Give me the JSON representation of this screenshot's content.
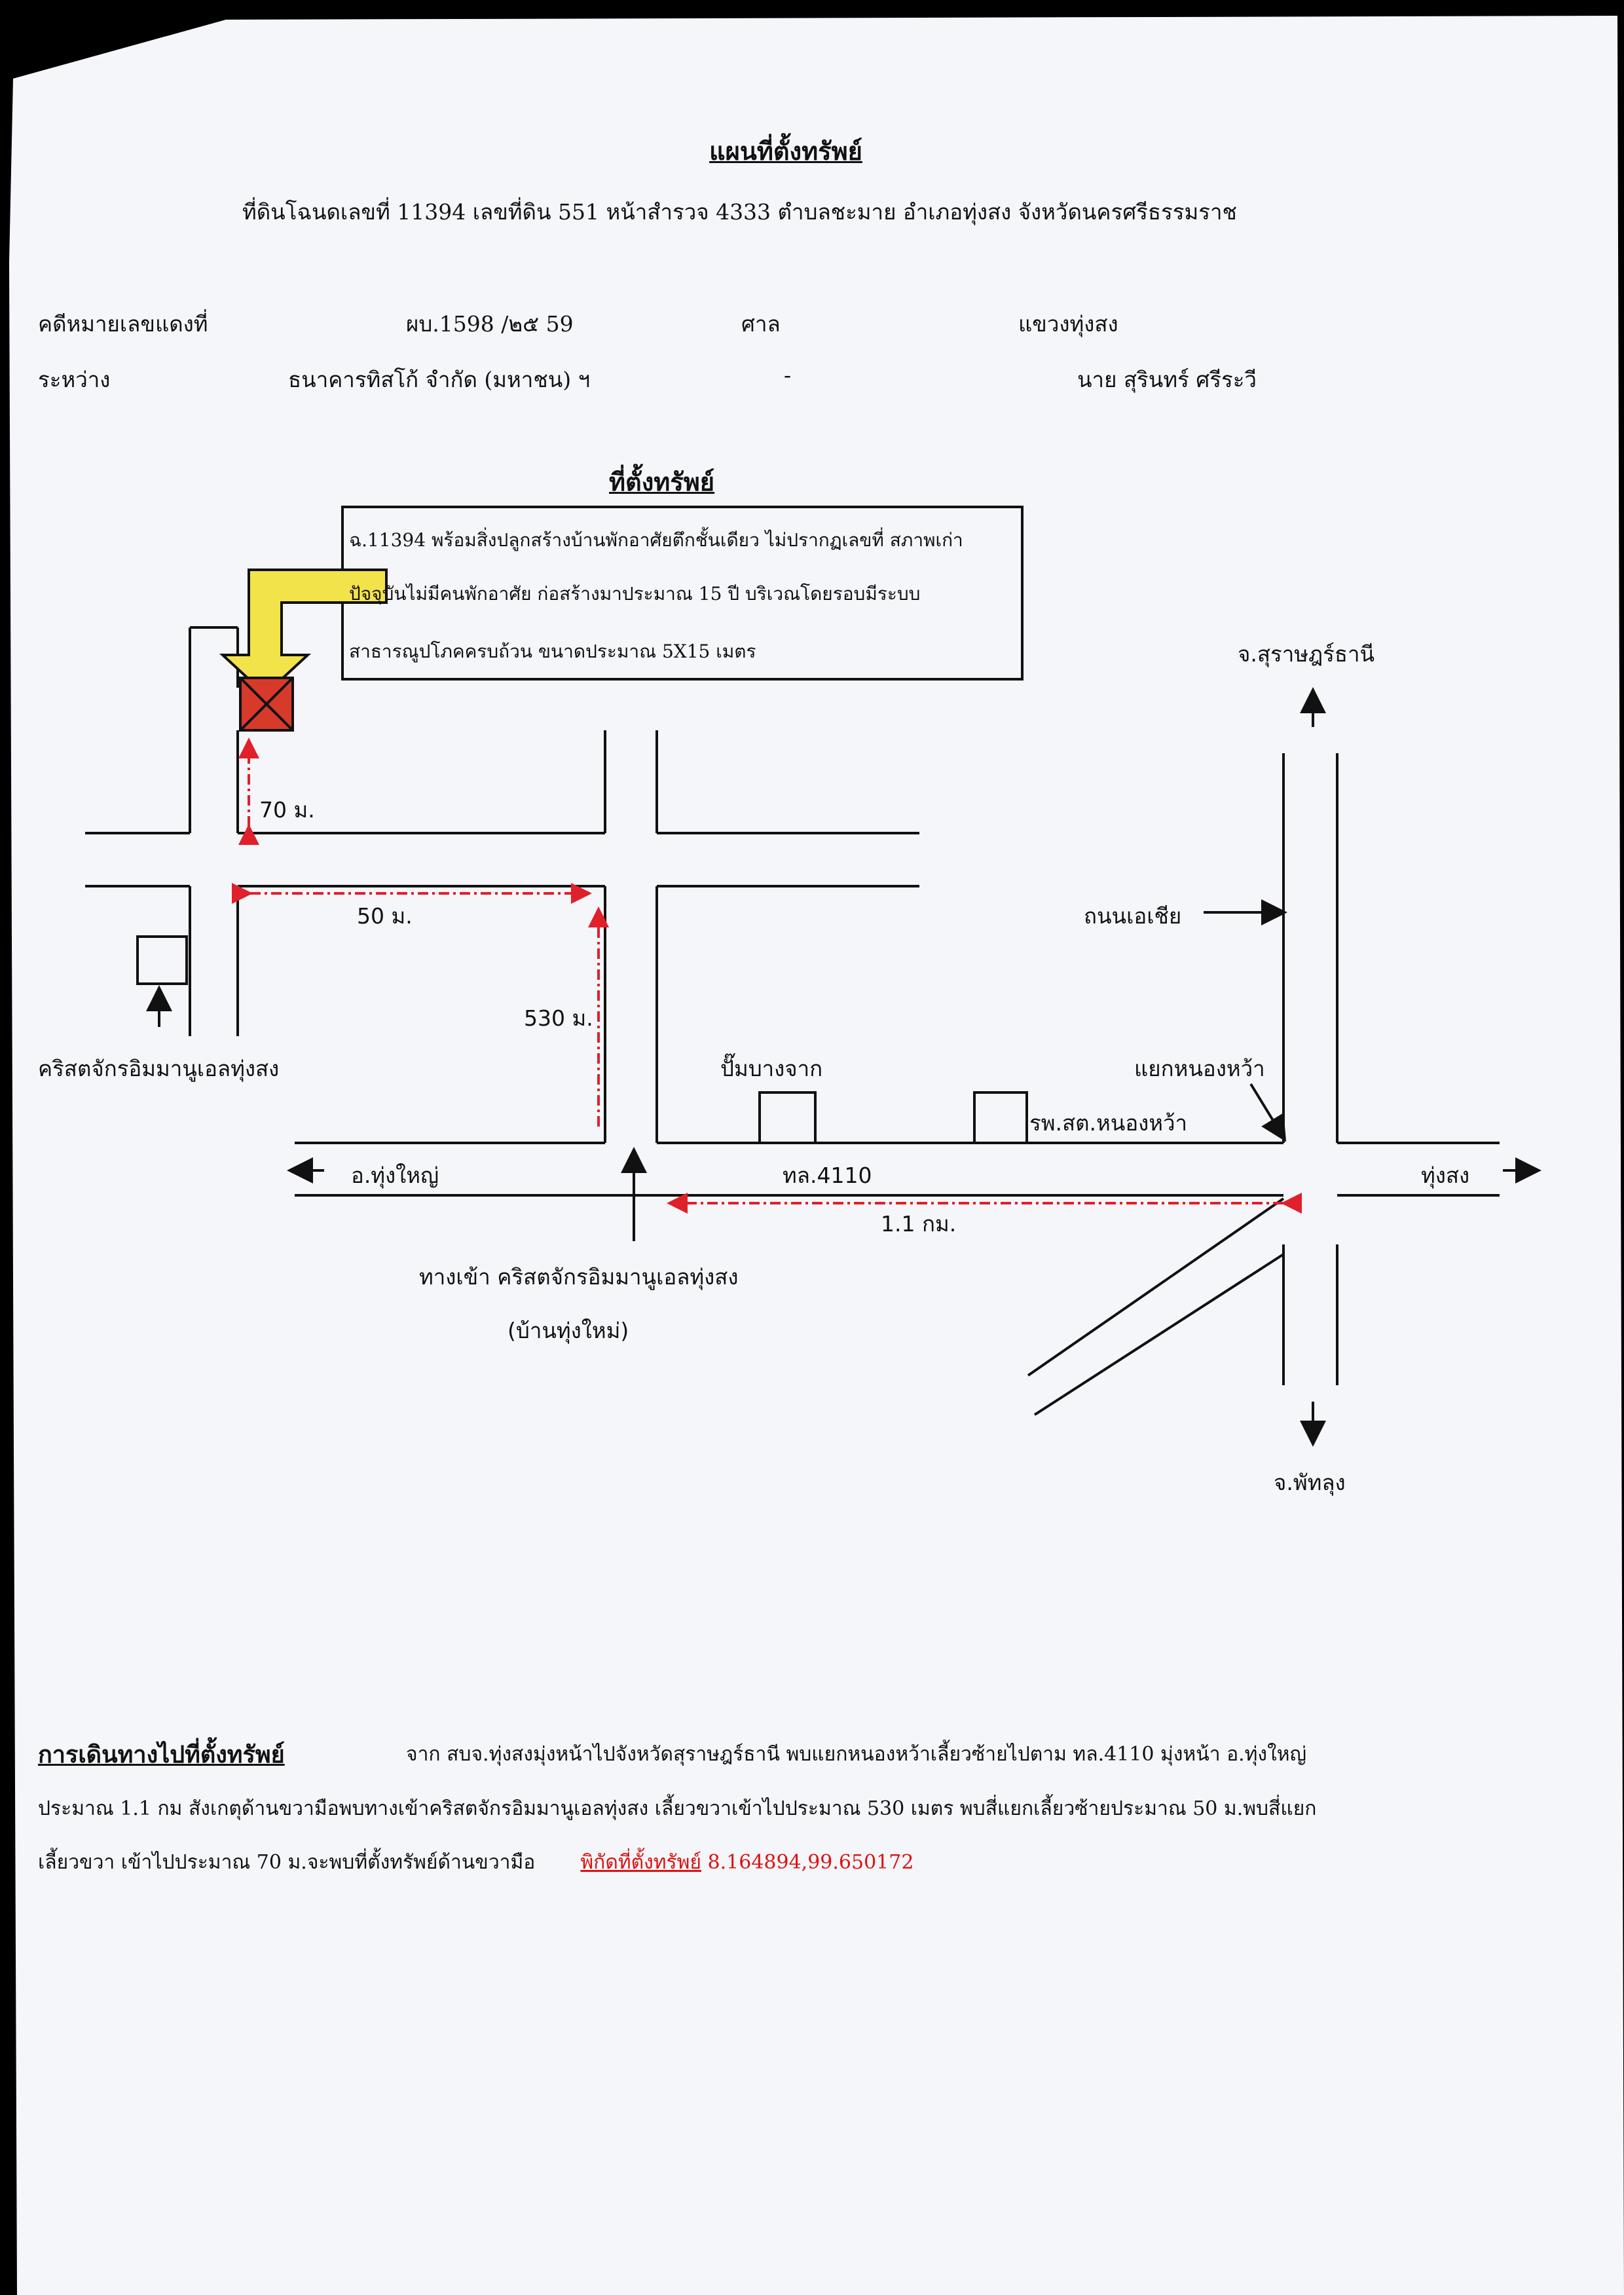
{
  "title": "แผนที่ตั้งทรัพย์",
  "subtitle": "ที่ดินโฉนดเลขที่ 11394 เลขที่ดิน 551 หน้าสำรวจ 4333 ตำบลชะมาย อำเภอทุ่งสง จังหวัดนครศรีธรรมราช",
  "case": {
    "label": "คดีหมายเลขแดงที่",
    "number": "ผบ.1598 /๒๕ 59",
    "court_label": "ศาล",
    "court": "แขวงทุ่งสง",
    "between_label": "ระหว่าง",
    "plaintiff": "ธนาคารทิสโก้ จำกัด (มหาชน) ฯ",
    "dash": "-",
    "defendant": "นาย สุรินทร์ ศรีระวี"
  },
  "location_heading": "ที่ตั้งทรัพย์",
  "property_box": {
    "line1": "ฉ.11394 พร้อมสิ่งปลูกสร้างบ้านพักอาศัยตึกชั้นเดียว ไม่ปรากฏเลขที่ สภาพเก่า",
    "line2": "ปัจจุบันไม่มีคนพักอาศัย ก่อสร้างมาประมาณ 15 ปี บริเวณโดยรอบมีระบบ",
    "line3": "สาธารณูปโภคครบถ้วน ขนาดประมาณ 5X15 เมตร"
  },
  "map_labels": {
    "dist_70": "70 ม.",
    "dist_50": "50 ม.",
    "dist_530": "530 ม.",
    "dist_1_1": "1.1 กม.",
    "church": "คริสตจักรอิมมานูเอลทุ่งสง",
    "pump": "ปั๊มบางจาก",
    "hospital": "รพ.สต.หนองหว้า",
    "junction": "แยกหนองหว้า",
    "surat": "จ.สุราษฎร์ธานี",
    "asia_road": "ถนนเอเชีย",
    "thung_yai": "อ.ทุ่งใหญ่",
    "route": "ทล.4110",
    "thung_song": "ทุ่งสง",
    "entrance": "ทางเข้า คริสตจักรอิมมานูเอลทุ่งสง",
    "ban_thung_mai": "(บ้านทุ่งใหม่)",
    "phatthalung": "จ.พัทลุง"
  },
  "directions": {
    "heading": "การเดินทางไปที่ตั้งทรัพย์",
    "line1": "จาก สบจ.ทุ่งสงมุ่งหน้าไปจังหวัดสุราษฎร์ธานี พบแยกหนองหว้าเลี้ยวซ้ายไปตาม ทล.4110 มุ่งหน้า อ.ทุ่งใหญ่",
    "line2": "ประมาณ 1.1 กม สังเกตุด้านขวามือพบทางเข้าคริสตจักรอิมมานูเอลทุ่งสง เลี้ยวขวาเข้าไปประมาณ 530 เมตร พบสี่แยกเลี้ยวซ้ายประมาณ 50 ม.พบสี่แยก",
    "line3": "เลี้ยวขวา เข้าไปประมาณ 70 ม.จะพบที่ตั้งทรัพย์ด้านขวามือ",
    "coord_label": "พิกัดที่ตั้งทรัพย์",
    "coord_value": "8.164894,99.650172"
  },
  "colors": {
    "arrow_fill": "#f3e34a",
    "marker_fill": "#d83a2a",
    "dimension_line": "#e0202a",
    "page_background": "#ffffff"
  }
}
